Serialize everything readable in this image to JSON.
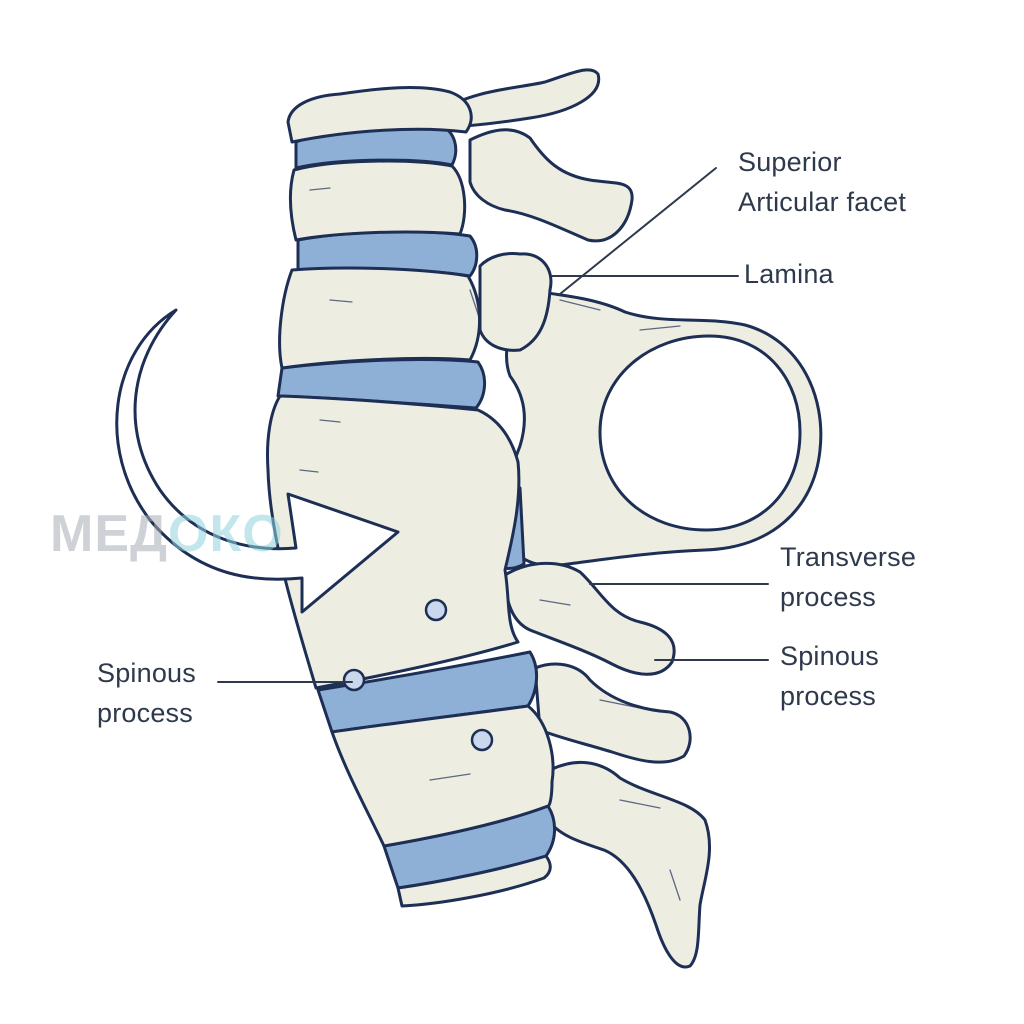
{
  "labels": {
    "superior_articular_facet": [
      "Superior",
      "Articular facet"
    ],
    "lamina": "Lamina",
    "transverse_process": [
      "Transverse",
      "process"
    ],
    "spinous_process_right": [
      "Spinous",
      "process"
    ],
    "spinous_process_left": [
      "Spinous",
      "process"
    ]
  },
  "watermark": {
    "part_a": "МЕД",
    "part_b": "ОКО"
  },
  "colors": {
    "outline": "#1e2f55",
    "bone": "#eeede2",
    "disc": "#8fb0d6",
    "disc_dark": "#7a9bc6",
    "leader": "#2e3a4c"
  }
}
